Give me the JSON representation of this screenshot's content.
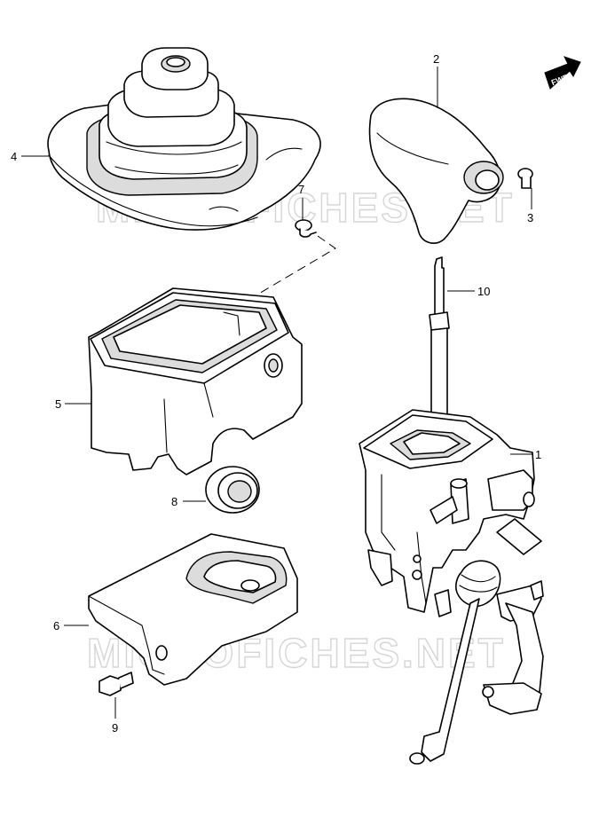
{
  "diagram": {
    "callouts": [
      {
        "id": "c1",
        "label": "1"
      },
      {
        "id": "c2",
        "label": "2"
      },
      {
        "id": "c3",
        "label": "3"
      },
      {
        "id": "c4",
        "label": "4"
      },
      {
        "id": "c5",
        "label": "5"
      },
      {
        "id": "c6",
        "label": "6"
      },
      {
        "id": "c7",
        "label": "7"
      },
      {
        "id": "c8",
        "label": "8"
      },
      {
        "id": "c9",
        "label": "9"
      },
      {
        "id": "c10",
        "label": "10"
      }
    ],
    "direction_indicator": "FWD",
    "watermark": "MICROFICHES.NET"
  }
}
